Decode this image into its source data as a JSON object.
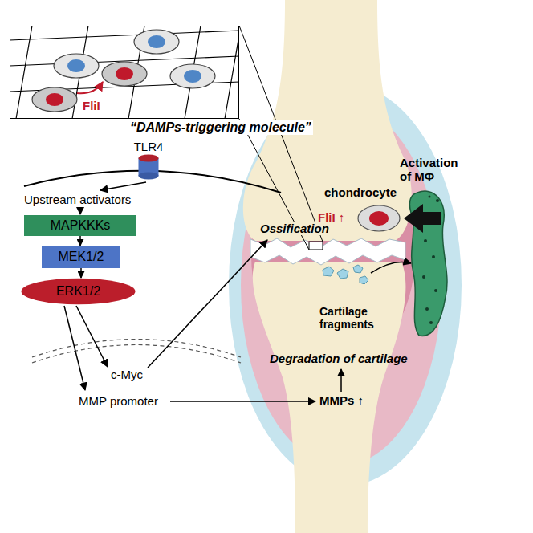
{
  "diagram": {
    "nodes": [
      {
        "text": [
          "FliI"
        ]
      },
      {
        "text": [
          "TLR4"
        ]
      },
      {
        "text": [
          "MAPKKKs"
        ]
      },
      {
        "text": [
          "MEK1/2"
        ]
      },
      {
        "text": [
          "ERK1/2"
        ]
      }
    ],
    "edges": [
      {
        "from": 2,
        "to": 3,
        "arrow": "to"
      },
      {
        "from": 3,
        "to": 4,
        "arrow": "to"
      }
    ],
    "labels": [
      "“DAMPs-triggering molecule”",
      "Upstream activators",
      "c-Myc",
      "MMP promoter",
      "Ossification",
      "chondrocyte",
      "FliI ↑",
      "Activation of MΦ",
      "Cartilage fragments",
      "Degradation of cartilage",
      "MMPs ↑"
    ]
  }
}
